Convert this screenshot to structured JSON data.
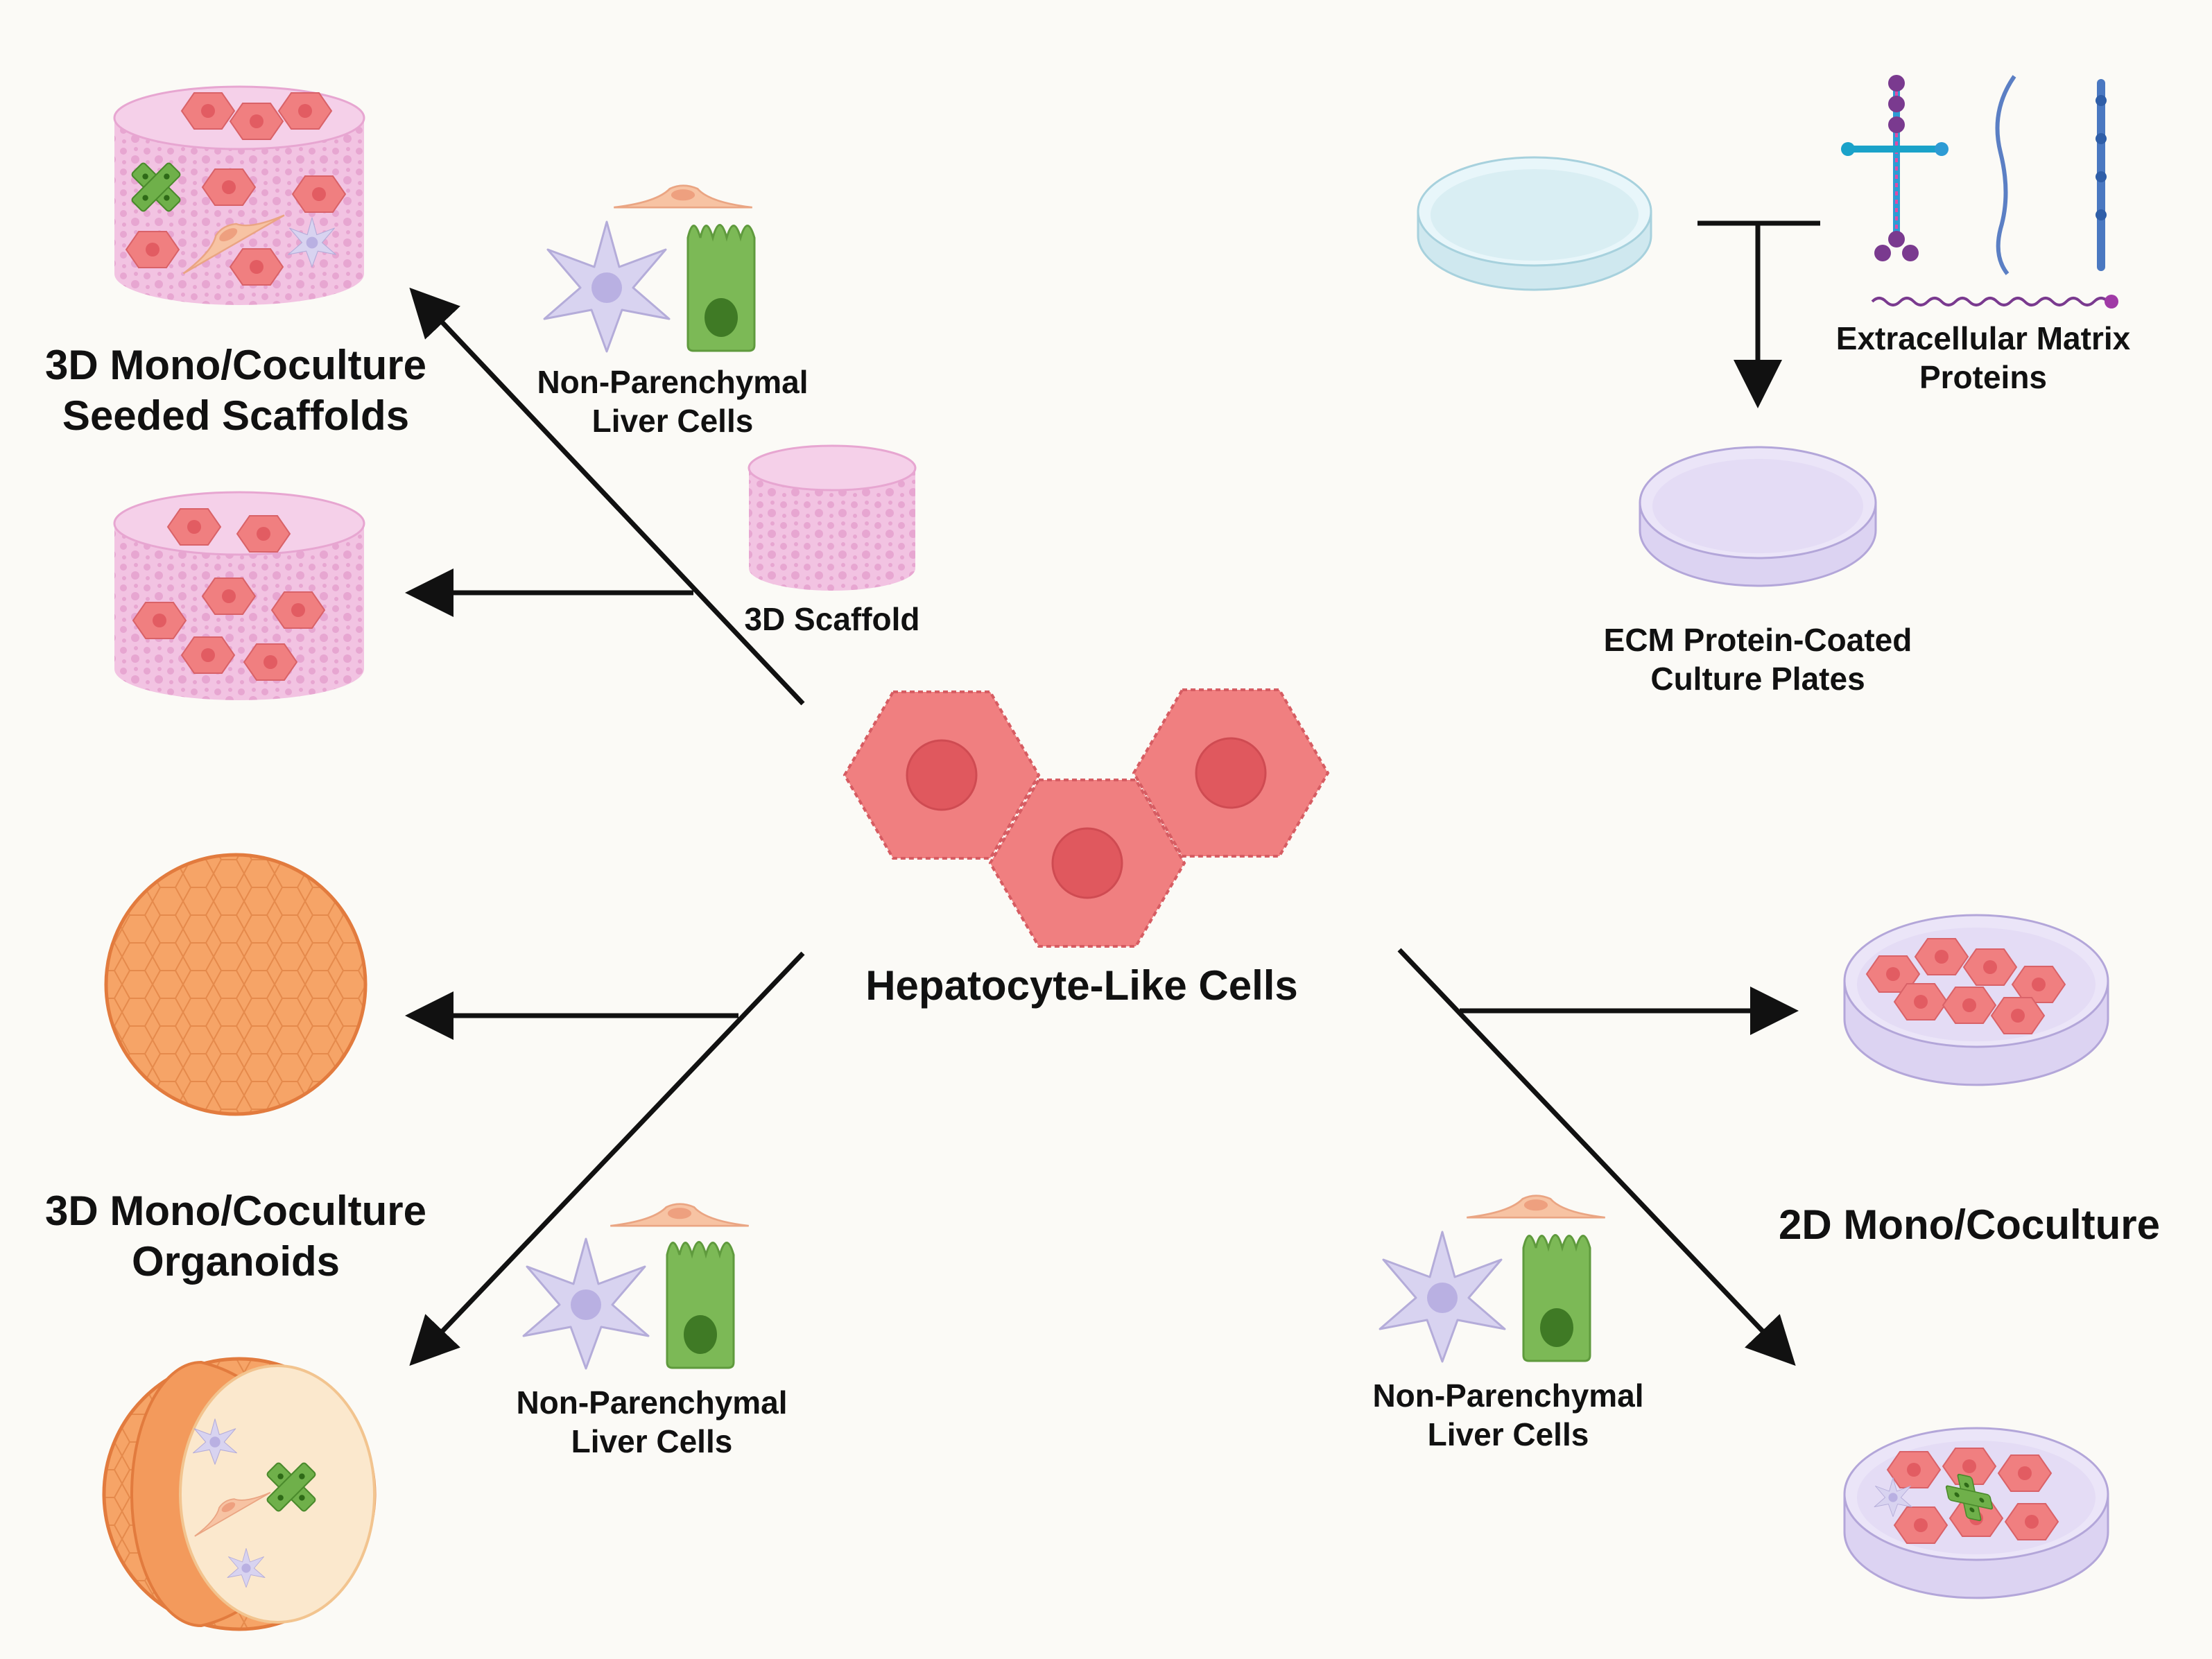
{
  "center_label": "Hepatocyte-Like Cells",
  "scaffold_method": {
    "line1": "3D Mono/Coculture",
    "line2": "Seeded Scaffolds"
  },
  "organoid_method": {
    "line1": "3D Mono/Coculture",
    "line2": "Organoids"
  },
  "plate_method": "2D Mono/Coculture",
  "npc_top": {
    "line1": "Non-Parenchymal",
    "line2": "Liver Cells"
  },
  "npc_bottom_left": {
    "line1": "Non-Parenchymal",
    "line2": "Liver Cells"
  },
  "npc_bottom_right": {
    "line1": "Non-Parenchymal",
    "line2": "Liver Cells"
  },
  "scaffold_label": "3D Scaffold",
  "ecm_label": {
    "line1": "Extracellular Matrix",
    "line2": "Proteins"
  },
  "coated_plate_label": {
    "line1": "ECM Protein-Coated",
    "line2": "Culture Plates"
  },
  "colors": {
    "hepatocyte": "#f07f80",
    "hepatocyte_nucleus": "#e0585e",
    "scaffold": "#f2c3e2",
    "organoid": "#f6a467",
    "kupffer": "#d8d3f0",
    "epithelial": "#7cb956",
    "fibroblast": "#f7c3a3",
    "dish": "#d9eef3",
    "coated_dish": "#e4dcf5",
    "arrow": "#111111"
  }
}
